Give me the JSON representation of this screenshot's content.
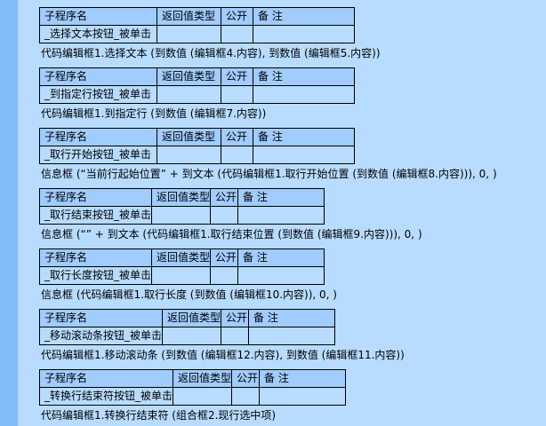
{
  "header": {
    "name": "子程序名",
    "return_type": "返回值类型",
    "public": "公开",
    "remark": "备 注"
  },
  "blocks": [
    {
      "name": "_选择文本按钮_被单击",
      "code": "代码编辑框1.选择文本 (到数值 (编辑框4.内容), 到数值 (编辑框5.内容))"
    },
    {
      "name": "_到指定行按钮_被单击",
      "code": "代码编辑框1.到指定行 (到数值 (编辑框7.内容))"
    },
    {
      "name": "_取行开始按钮_被单击",
      "code": "信息框 (“当前行起始位置” + 到文本 (代码编辑框1.取行开始位置 (到数值 (编辑框8.内容))), 0, )"
    },
    {
      "name": "_取行结束按钮_被单击",
      "code": "信息框 (“” + 到文本 (代码编辑框1.取行结束位置 (到数值 (编辑框9.内容))), 0, )"
    },
    {
      "name": "_取行长度按钮_被单击",
      "code": "信息框 (代码编辑框1.取行长度 (到数值 (编辑框10.内容)), 0, )"
    },
    {
      "name": "_移动滚动条按钮_被单击",
      "code": "代码编辑框1.移动滚动条 (到数值 (编辑框12.内容), 到数值 (编辑框11.内容))"
    },
    {
      "name": "_转换行结束符按钮_被单击",
      "code": "代码编辑框1.转换行结束符 (组合框2.现行选中项)"
    }
  ]
}
